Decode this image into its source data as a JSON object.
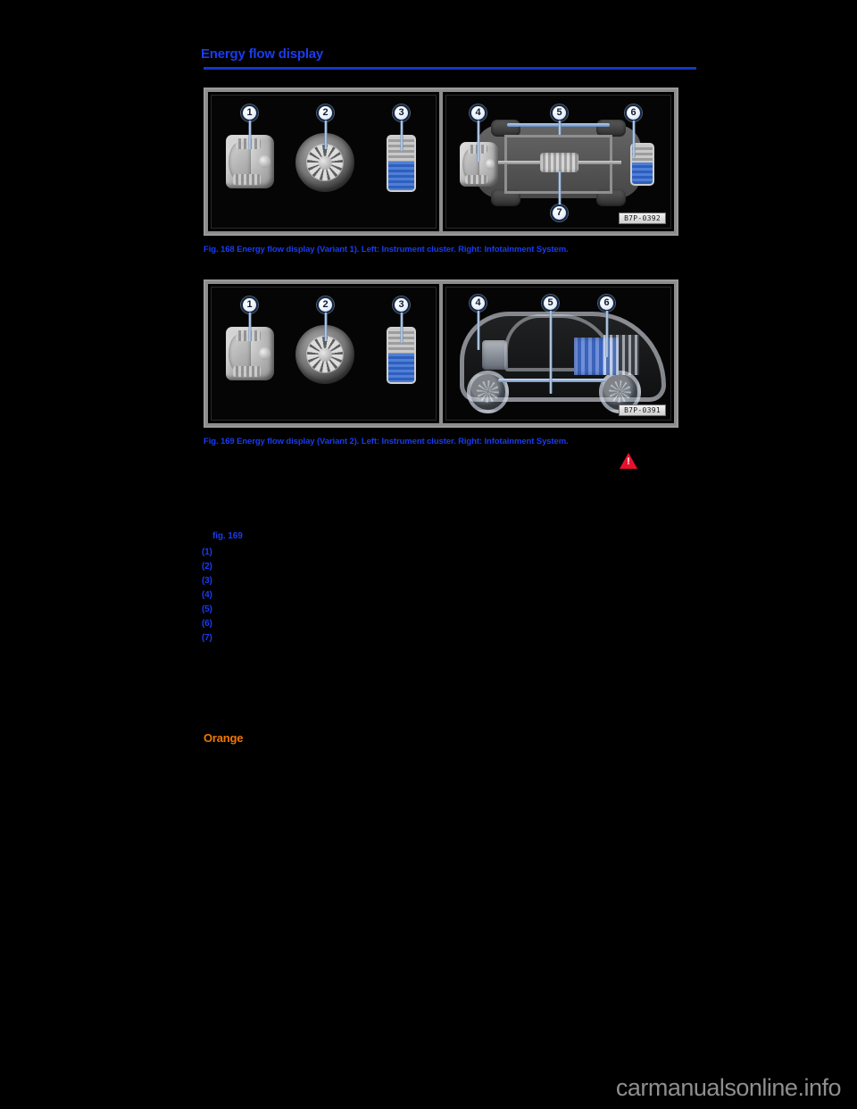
{
  "page": {
    "heading": "Energy flow display",
    "background_color": "#000000",
    "heading_color": "#1a3cf0",
    "rule_color": "#1338c8"
  },
  "figures": [
    {
      "id": "figure-1",
      "caption": "Fig. 168 Energy flow display (Variant 1). Left: Instrument cluster. Right: Infotainment System.",
      "image_code": "B7P-0392",
      "left_panel": {
        "name": "instrument-cluster-view",
        "callouts": [
          "1",
          "2",
          "3"
        ],
        "icons": [
          "engine-icon",
          "wheel-icon",
          "battery-icon"
        ]
      },
      "right_panel": {
        "name": "infotainment-topdown-view",
        "callouts": [
          "4",
          "5",
          "6",
          "7"
        ],
        "icons": [
          "engine-icon",
          "wheel-icon",
          "battery-icon",
          "electric-motor-icon"
        ]
      }
    },
    {
      "id": "figure-2",
      "caption": "Fig. 169 Energy flow display (Variant 2). Left: Instrument cluster. Right: Infotainment System.",
      "image_code": "B7P-0391",
      "left_panel": {
        "name": "instrument-cluster-view",
        "callouts": [
          "1",
          "2",
          "3"
        ],
        "icons": [
          "engine-icon",
          "wheel-icon",
          "battery-icon"
        ]
      },
      "right_panel": {
        "name": "infotainment-sideview-view",
        "callouts": [
          "4",
          "5",
          "6"
        ],
        "icons": [
          "electric-motor-icon",
          "drive-line-icon",
          "high-voltage-battery-icon"
        ]
      }
    }
  ],
  "warning": {
    "icon": "warning-triangle-icon",
    "color": "#e8112d"
  },
  "body": {
    "fig_reference": "fig. 169",
    "list_items": [
      "(1)",
      "(2)",
      "(3)",
      "(4)",
      "(5)",
      "(6)",
      "(7)"
    ],
    "orange_term": "Orange",
    "orange_color": "#f07800"
  },
  "footer": {
    "watermark": "carmanualsonline.info",
    "watermark_color": "#8e8e8e"
  }
}
